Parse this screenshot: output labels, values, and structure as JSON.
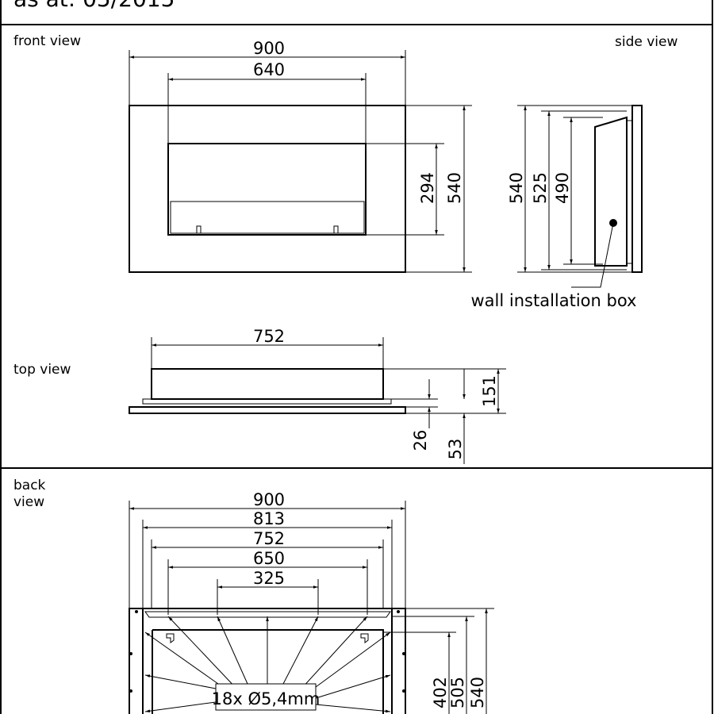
{
  "header": {
    "title": "as at: 05/2015"
  },
  "front_view": {
    "label": "front view",
    "dims": {
      "width": "900",
      "opening_width": "640",
      "opening_height": "294",
      "height": "540"
    }
  },
  "side_view": {
    "label": "side view",
    "dims": {
      "height": "540",
      "mid": "525",
      "inner": "490"
    },
    "callout": "wall installation box"
  },
  "top_view": {
    "label": "top view",
    "dims": {
      "width": "752",
      "depth": "151",
      "front": "26",
      "plate": "53"
    }
  },
  "back_view": {
    "label_line1": "back",
    "label_line2": "view",
    "dims": {
      "w900": "900",
      "w813": "813",
      "w752": "752",
      "w650": "650",
      "w325": "325",
      "h402": "402",
      "h505": "505",
      "h540": "540"
    },
    "holes": "18x Ø5,4mm"
  }
}
